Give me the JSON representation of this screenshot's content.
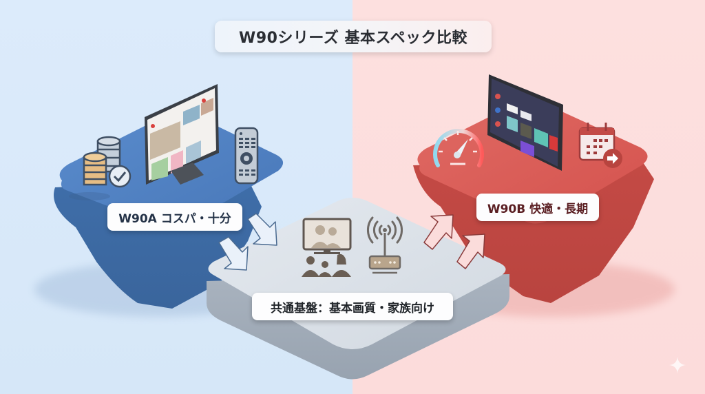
{
  "title": "W90シリーズ 基本スペック比較",
  "colors": {
    "left_background": "#dcebfb",
    "right_background": "#fde0df",
    "platform_a": "#4a7cc0",
    "platform_b": "#d9534f",
    "platform_common": "#c9d2dc"
  },
  "platforms": {
    "a": {
      "label": "W90A コスパ・十分",
      "icons": [
        "coins-check-icon",
        "monitor-tv-icon",
        "remote-control-icon"
      ],
      "arrow_direction": "down-right"
    },
    "b": {
      "label": "W90B 快適・長期",
      "icons": [
        "speedometer-icon",
        "smart-tv-icon",
        "calendar-arrow-icon"
      ],
      "arrow_direction": "up-right"
    },
    "common": {
      "label": "共通基盤：基本画質・家族向け",
      "icons": [
        "family-tv-icon",
        "wifi-router-icon"
      ]
    }
  }
}
